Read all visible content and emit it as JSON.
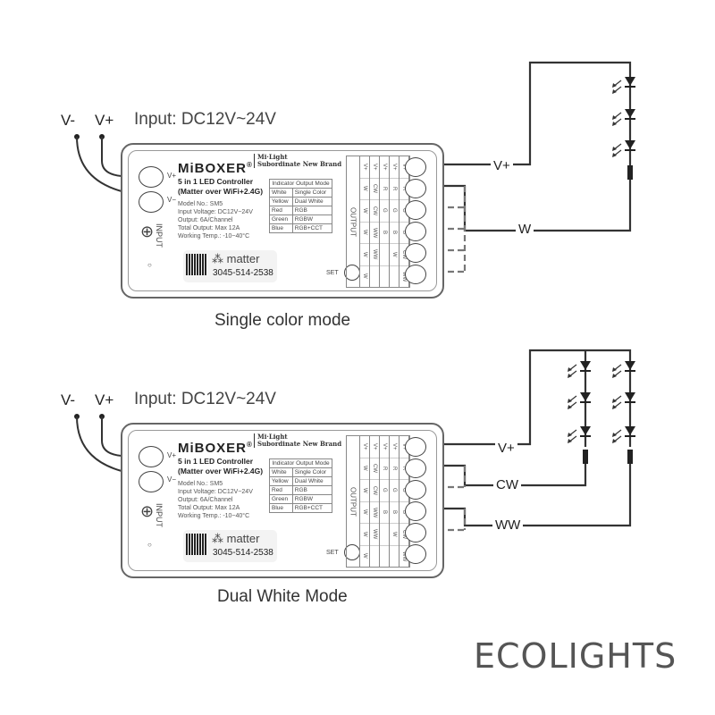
{
  "panels": [
    {
      "caption": "Single color mode",
      "outputs": [
        {
          "label": "V+"
        },
        {
          "label": "W"
        }
      ]
    },
    {
      "caption": "Dual White Mode",
      "outputs": [
        {
          "label": "V+"
        },
        {
          "label": "CW"
        },
        {
          "label": "WW"
        }
      ]
    }
  ],
  "input": {
    "vminus": "V-",
    "vplus": "V+",
    "title": "Input: DC12V~24V"
  },
  "device": {
    "brand": "MiBOXER",
    "registered": "®",
    "sub1": "Mi·Light",
    "sub2": "Subordinate New Brand",
    "product1": "5 in 1 LED Controller",
    "product2": "(Matter over WiFi+2.4G)",
    "specs": [
      "Model No.: SM5",
      "Input Voltage: DC12V~24V",
      "Output: 6A/Channel",
      "Total Output: Max 12A",
      "Working Temp.: -10~40°C"
    ],
    "terminal_vplus": "V+",
    "terminal_vminus": "V−",
    "input_label": "INPUT",
    "indicator_title": "Indicator Output Mode",
    "indicator": [
      [
        "White",
        "Single Color"
      ],
      [
        "Yellow",
        "Dual White"
      ],
      [
        "Red",
        "RGB"
      ],
      [
        "Green",
        "RGBW"
      ],
      [
        "Blue",
        "RGB+CCT"
      ]
    ],
    "matter": "matter",
    "code": "3045-514-2538",
    "set": "SET",
    "output_label": "OUTPUT",
    "output_table": [
      [
        "V+",
        "W",
        "W",
        "W",
        "W",
        "W"
      ],
      [
        "V+",
        "CW",
        "CW",
        "WW",
        "WW",
        ""
      ],
      [
        "V+",
        "R",
        "G",
        "B",
        "",
        ""
      ],
      [
        "V+",
        "R",
        "G",
        "B",
        "W",
        ""
      ],
      [
        "V+",
        "R",
        "G",
        "B",
        "CW",
        "WW"
      ]
    ]
  },
  "logo": "ECOLIGHTS",
  "colors": {
    "wire": "#333",
    "dash": "#777",
    "logo": "#555",
    "globe": "#3a7fc4"
  }
}
